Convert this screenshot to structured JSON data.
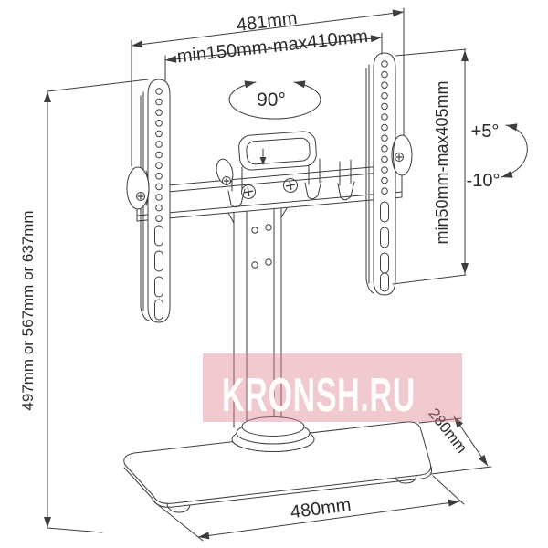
{
  "colors": {
    "line": "#3d3d3d",
    "label": "#2a2a2a",
    "watermark_bg": "#dd8090",
    "watermark_text": "#ffffff"
  },
  "labels": {
    "total_width": "481mm",
    "vesa_width_range": "min150mm-max410mm",
    "total_height": "497mm or 567mm or 637mm",
    "vesa_height_range": "min50mm-max405mm",
    "base_width": "480mm",
    "base_depth": "280mm",
    "swivel": "90°",
    "tilt_up": "+5°",
    "tilt_down": "-10°"
  },
  "watermark": {
    "text": "KRONSH.RU"
  }
}
